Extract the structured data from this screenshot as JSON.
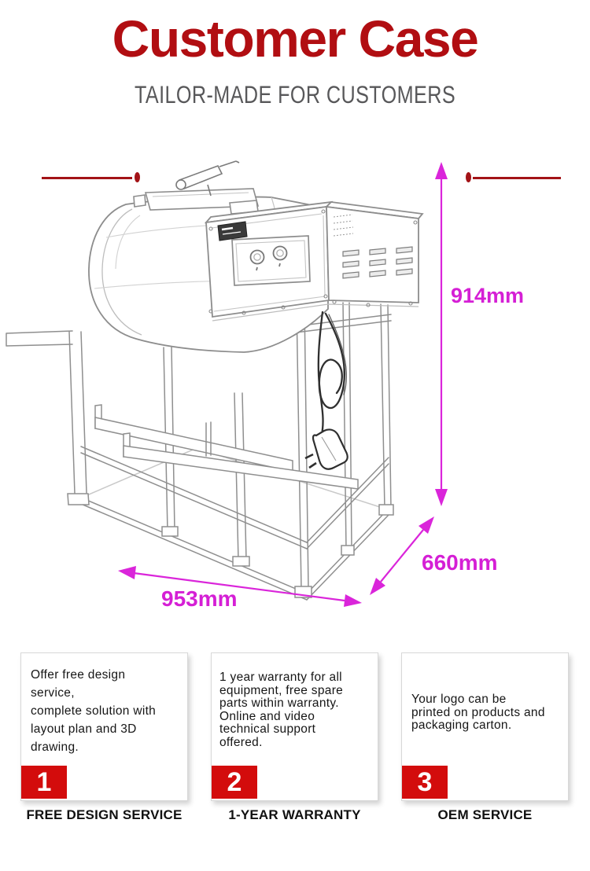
{
  "header": {
    "title": "Customer Case",
    "subtitle": "TAILOR-MADE FOR CUSTOMERS"
  },
  "machine": {
    "dimensions": {
      "height": "914mm",
      "depth": "660mm",
      "width": "953mm"
    }
  },
  "features": [
    {
      "number": "1",
      "text": "Offer free design\nservice,\ncomplete solution with\nlayout plan and 3D\ndrawing.",
      "label": "FREE DESIGN SERVICE"
    },
    {
      "number": "2",
      "text": "1 year warranty for all\nequipment, free spare\nparts within warranty.\nOnline and video\ntechnical support\noffered.",
      "label": "1-YEAR WARRANTY"
    },
    {
      "number": "3",
      "text": "Your logo can be\nprinted on products and\npackaging carton.",
      "label": "OEM SERVICE"
    }
  ],
  "colors": {
    "title_red": "#b10e12",
    "line_red": "#a31317",
    "subtitle_gray": "#58585a",
    "dimension_magenta": "#d51fd5",
    "tab_red": "#d30c0c"
  }
}
